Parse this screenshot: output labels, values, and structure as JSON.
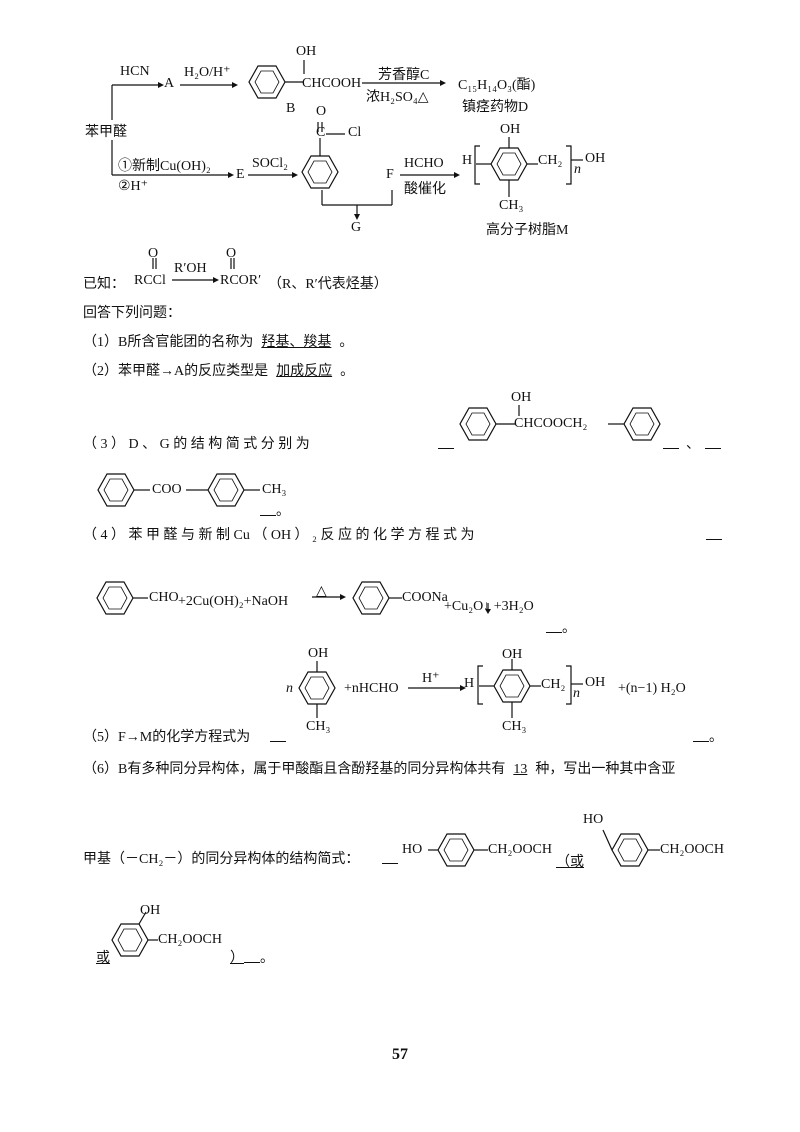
{
  "scheme": {
    "start": "苯甲醛",
    "reagent_hcn": "HCN",
    "a": "A",
    "reagent_h2o": "H₂O/H⁺",
    "b_oh": "OH",
    "b_chain": "CHCOOH",
    "b": "B",
    "reagent_c": "芳香醇C",
    "cond_c": "浓H₂SO₄△",
    "d_formula": "C₁₅H₁₄O₃(酯)",
    "d_name": "镇痉药物D",
    "step1": "①新制Cu(OH)₂",
    "step2": "②H⁺",
    "e": "E",
    "socl2": "SOCl₂",
    "acyl_o": "O",
    "acyl_cl": "Cl",
    "acyl_c": "C",
    "f": "F",
    "hcho": "HCHO",
    "acid": "酸催化",
    "g": "G",
    "m_h": "H",
    "m_oh_top": "OH",
    "m_ch2": "CH₂",
    "m_n": "n",
    "m_oh_end": "OH",
    "m_ch3": "CH₃",
    "m_name": "高分子树脂M"
  },
  "known": {
    "label": "已知：",
    "o1": "O",
    "rccl": "RCCl",
    "reagent": "R′OH",
    "o2": "O",
    "rcor": "RCOR′",
    "note": "（R、R′代表烃基）"
  },
  "prompt": "回答下列问题：",
  "q1": {
    "text": "（1）B所含官能团的名称为",
    "answer": "羟基、羧基",
    "end": "。"
  },
  "q2": {
    "text": "（2）苯甲醛→A的反应类型是",
    "answer": "加成反应",
    "end": "。"
  },
  "q3": {
    "text": "（ 3 ） D 、 G 的 结 构 简 式 分 别 为",
    "d_oh": "OH",
    "d_chain": "CHCOOCH₂",
    "sep": "、",
    "g_coo": "COO",
    "g_ch3": "CH₃",
    "end": "。"
  },
  "q4": {
    "text": "（ 4 ） 苯 甲 醛 与 新 制 Cu （ OH ） ₂ 反 应 的 化 学 方 程 式 为",
    "cho": "CHO",
    "reagents": "+2Cu(OH)₂+NaOH",
    "delta": "△",
    "coona": "COONa",
    "products": "+Cu₂O↓ +3H₂O",
    "end": "。"
  },
  "q5": {
    "text": "（5）F→M的化学方程式为",
    "n": "n",
    "oh": "OH",
    "ch3": "CH₃",
    "hcho": "+nHCHO",
    "cond": "H⁺",
    "h": "H",
    "ch2": "CH₂",
    "sub_n": "n",
    "oh_end": "OH",
    "water": "+(n−1) H₂O",
    "end": "。"
  },
  "q6": {
    "text": "（6）B有多种同分异构体，属于甲酸酯且含酚羟基的同分异构体共有",
    "answer": "13",
    "unit": "种，写出一种其中含亚",
    "line2": "甲基（－CH₂－）的同分异构体的结构简式：",
    "ho": "HO",
    "chain": "CH₂OOCH",
    "or1": "（或",
    "ho2": "HO",
    "chain2": "CH₂OOCH",
    "or2": "或",
    "oh3": "OH",
    "chain3": "CH₂OOCH",
    "close": "）",
    "end": "。"
  },
  "page_number": "57"
}
